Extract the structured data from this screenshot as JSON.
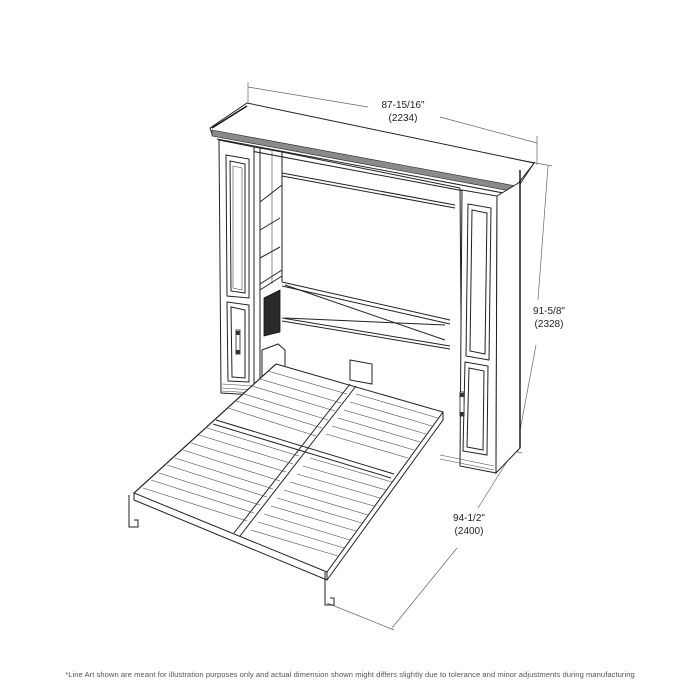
{
  "figure": {
    "subject": "wall bed with side cabinets, line art",
    "colors": {
      "line": "#222222",
      "background": "#ffffff",
      "text": "#222222",
      "footnote": "#555555"
    }
  },
  "dimensions": {
    "width": {
      "imperial": "87-15/16\"",
      "metric": "(2234)"
    },
    "height": {
      "imperial": "91-5/8\"",
      "metric": "(2328)"
    },
    "depth": {
      "imperial": "94-1/2\"",
      "metric": "(2400)"
    }
  },
  "footnote": "*Line Art shown are meant for illustration purposes only and actual dimension shown might differs slightly due to tolerance and minor adjustments during  manufacturing"
}
